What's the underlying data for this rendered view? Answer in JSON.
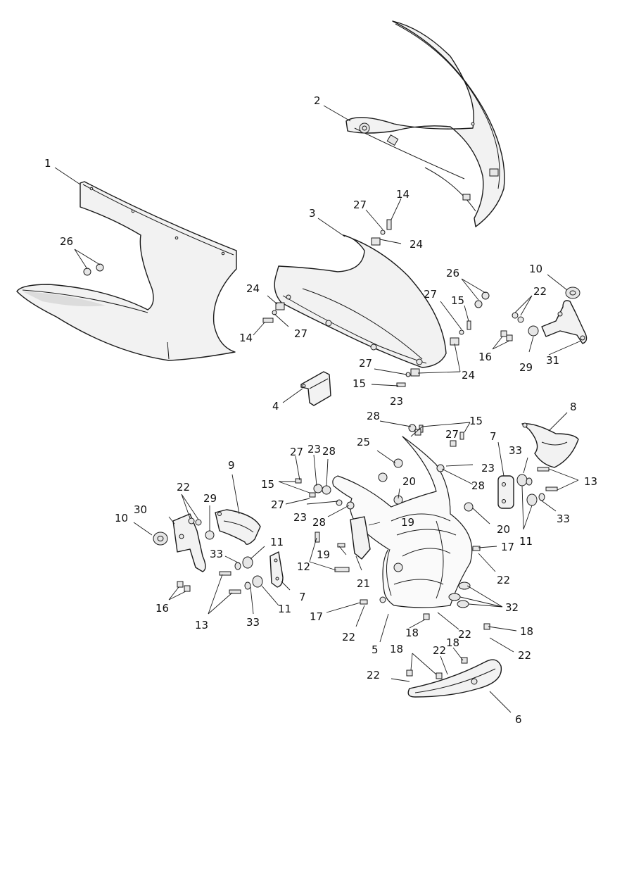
{
  "callouts": [
    {
      "id": "c1",
      "label": "1"
    },
    {
      "id": "c2",
      "label": "2"
    },
    {
      "id": "c3",
      "label": "3"
    },
    {
      "id": "c4",
      "label": "4"
    },
    {
      "id": "c5",
      "label": "5"
    },
    {
      "id": "c6",
      "label": "6"
    },
    {
      "id": "c7a",
      "label": "7"
    },
    {
      "id": "c7b",
      "label": "7"
    },
    {
      "id": "c8",
      "label": "8"
    },
    {
      "id": "c9",
      "label": "9"
    },
    {
      "id": "c10a",
      "label": "10"
    },
    {
      "id": "c10b",
      "label": "10"
    },
    {
      "id": "c11a",
      "label": "11"
    },
    {
      "id": "c11b",
      "label": "11"
    },
    {
      "id": "c11c",
      "label": "11"
    },
    {
      "id": "c12",
      "label": "12"
    },
    {
      "id": "c13a",
      "label": "13"
    },
    {
      "id": "c13b",
      "label": "13"
    },
    {
      "id": "c14a",
      "label": "14"
    },
    {
      "id": "c14b",
      "label": "14"
    },
    {
      "id": "c15a",
      "label": "15"
    },
    {
      "id": "c15b",
      "label": "15"
    },
    {
      "id": "c15c",
      "label": "15"
    },
    {
      "id": "c15d",
      "label": "15"
    },
    {
      "id": "c16a",
      "label": "16"
    },
    {
      "id": "c16b",
      "label": "16"
    },
    {
      "id": "c17a",
      "label": "17"
    },
    {
      "id": "c17b",
      "label": "17"
    },
    {
      "id": "c18a",
      "label": "18"
    },
    {
      "id": "c18b",
      "label": "18"
    },
    {
      "id": "c18c",
      "label": "18"
    },
    {
      "id": "c18d",
      "label": "18"
    },
    {
      "id": "c19a",
      "label": "19"
    },
    {
      "id": "c19b",
      "label": "19"
    },
    {
      "id": "c20a",
      "label": "20"
    },
    {
      "id": "c20b",
      "label": "20"
    },
    {
      "id": "c21",
      "label": "21"
    },
    {
      "id": "c22a",
      "label": "22"
    },
    {
      "id": "c22b",
      "label": "22"
    },
    {
      "id": "c22c",
      "label": "22"
    },
    {
      "id": "c22d",
      "label": "22"
    },
    {
      "id": "c22e",
      "label": "22"
    },
    {
      "id": "c22f",
      "label": "22"
    },
    {
      "id": "c22g",
      "label": "22"
    },
    {
      "id": "c22h",
      "label": "22"
    },
    {
      "id": "c23a",
      "label": "23"
    },
    {
      "id": "c23b",
      "label": "23"
    },
    {
      "id": "c23c",
      "label": "23"
    },
    {
      "id": "c23d",
      "label": "23"
    },
    {
      "id": "c24a",
      "label": "24"
    },
    {
      "id": "c24b",
      "label": "24"
    },
    {
      "id": "c24c",
      "label": "24"
    },
    {
      "id": "c25",
      "label": "25"
    },
    {
      "id": "c26a",
      "label": "26"
    },
    {
      "id": "c26b",
      "label": "26"
    },
    {
      "id": "c27a",
      "label": "27"
    },
    {
      "id": "c27b",
      "label": "27"
    },
    {
      "id": "c27c",
      "label": "27"
    },
    {
      "id": "c27d",
      "label": "27"
    },
    {
      "id": "c27e",
      "label": "27"
    },
    {
      "id": "c27f",
      "label": "27"
    },
    {
      "id": "c28a",
      "label": "28"
    },
    {
      "id": "c28b",
      "label": "28"
    },
    {
      "id": "c28c",
      "label": "28"
    },
    {
      "id": "c28d",
      "label": "28"
    },
    {
      "id": "c29a",
      "label": "29"
    },
    {
      "id": "c29b",
      "label": "29"
    },
    {
      "id": "c30",
      "label": "30"
    },
    {
      "id": "c31",
      "label": "31"
    },
    {
      "id": "c32",
      "label": "32"
    },
    {
      "id": "c33a",
      "label": "33"
    },
    {
      "id": "c33b",
      "label": "33"
    },
    {
      "id": "c33c",
      "label": "33"
    },
    {
      "id": "c33d",
      "label": "33"
    }
  ]
}
